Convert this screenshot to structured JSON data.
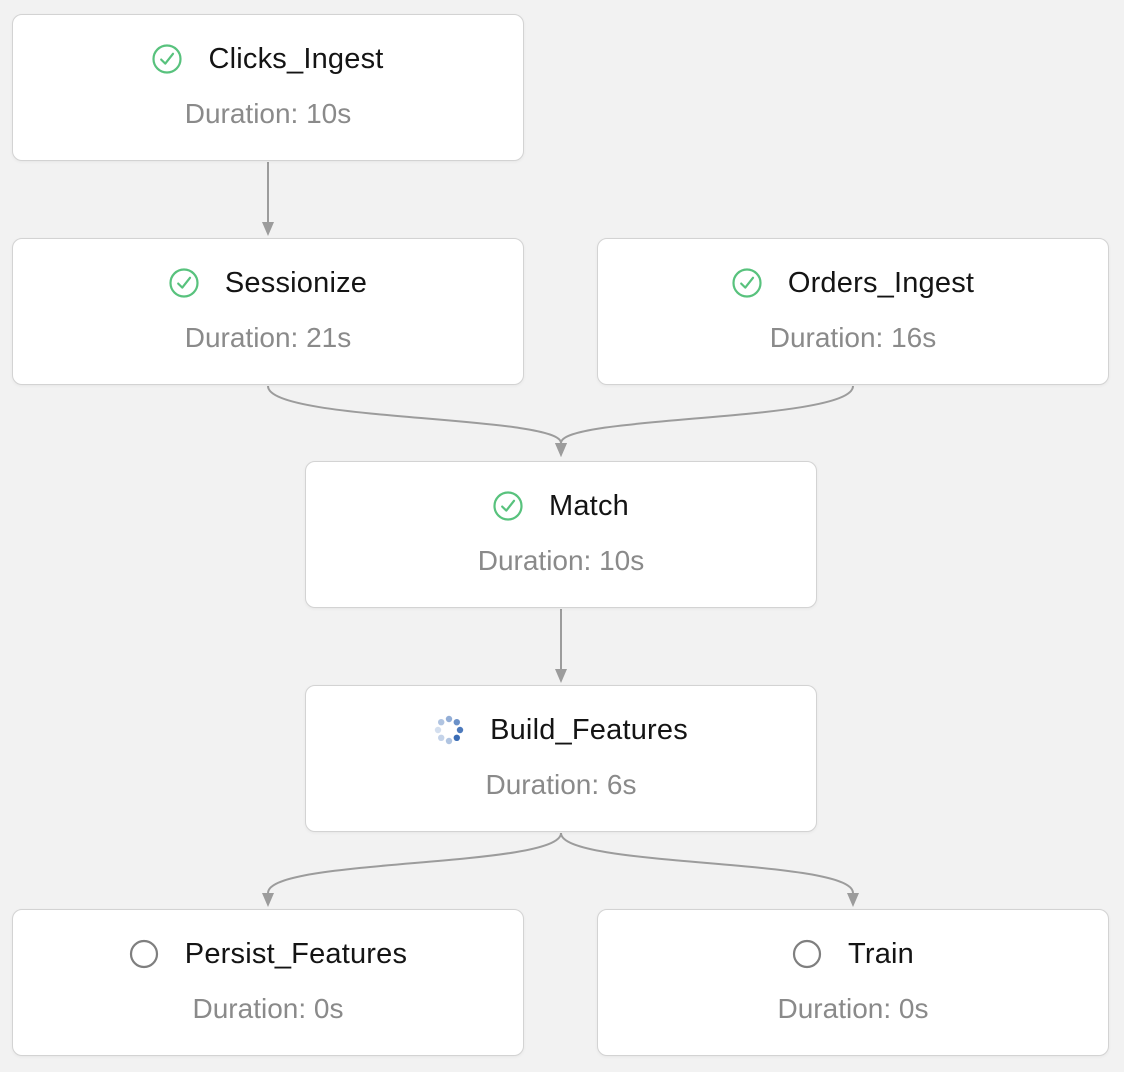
{
  "diagram": {
    "type": "workflow-dag",
    "background_color": "#f2f2f2",
    "node_fill_color": "#ffffff",
    "node_border_color": "#d3d3d3",
    "edge_color": "#9c9c9c",
    "status_colors": {
      "success": "#58c27d",
      "running": "#3a6cb5",
      "pending": "#7f7f7f"
    },
    "nodes": [
      {
        "id": "Clicks_Ingest",
        "label": "Clicks_Ingest",
        "duration_label": "Duration: 10s",
        "status": "success",
        "icon": "check-circle-icon"
      },
      {
        "id": "Sessionize",
        "label": "Sessionize",
        "duration_label": "Duration: 21s",
        "status": "success",
        "icon": "check-circle-icon"
      },
      {
        "id": "Orders_Ingest",
        "label": "Orders_Ingest",
        "duration_label": "Duration: 16s",
        "status": "success",
        "icon": "check-circle-icon"
      },
      {
        "id": "Match",
        "label": "Match",
        "duration_label": "Duration: 10s",
        "status": "success",
        "icon": "check-circle-icon"
      },
      {
        "id": "Build_Features",
        "label": "Build_Features",
        "duration_label": "Duration: 6s",
        "status": "running",
        "icon": "spinner-icon"
      },
      {
        "id": "Persist_Features",
        "label": "Persist_Features",
        "duration_label": "Duration: 0s",
        "status": "pending",
        "icon": "circle-icon"
      },
      {
        "id": "Train",
        "label": "Train",
        "duration_label": "Duration: 0s",
        "status": "pending",
        "icon": "circle-icon"
      }
    ],
    "edges": [
      {
        "source": "Clicks_Ingest",
        "target": "Sessionize"
      },
      {
        "source": "Sessionize",
        "target": "Match"
      },
      {
        "source": "Orders_Ingest",
        "target": "Match"
      },
      {
        "source": "Match",
        "target": "Build_Features"
      },
      {
        "source": "Build_Features",
        "target": "Persist_Features"
      },
      {
        "source": "Build_Features",
        "target": "Train"
      }
    ]
  }
}
